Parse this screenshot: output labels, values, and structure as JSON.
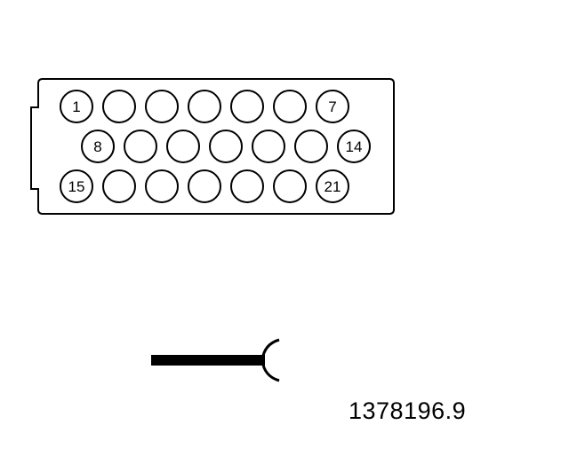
{
  "connector": {
    "pin_rows": [
      {
        "pins": 7,
        "labels": {
          "1": "1",
          "7": "7"
        }
      },
      {
        "pins": 7,
        "labels": {
          "1": "8",
          "7": "14"
        }
      },
      {
        "pins": 7,
        "labels": {
          "1": "15",
          "7": "21"
        }
      }
    ],
    "outline_color": "#000000",
    "fill_color": "#ffffff"
  },
  "lead_symbol": {
    "color": "#000000"
  },
  "reference_number": "1378196.9"
}
